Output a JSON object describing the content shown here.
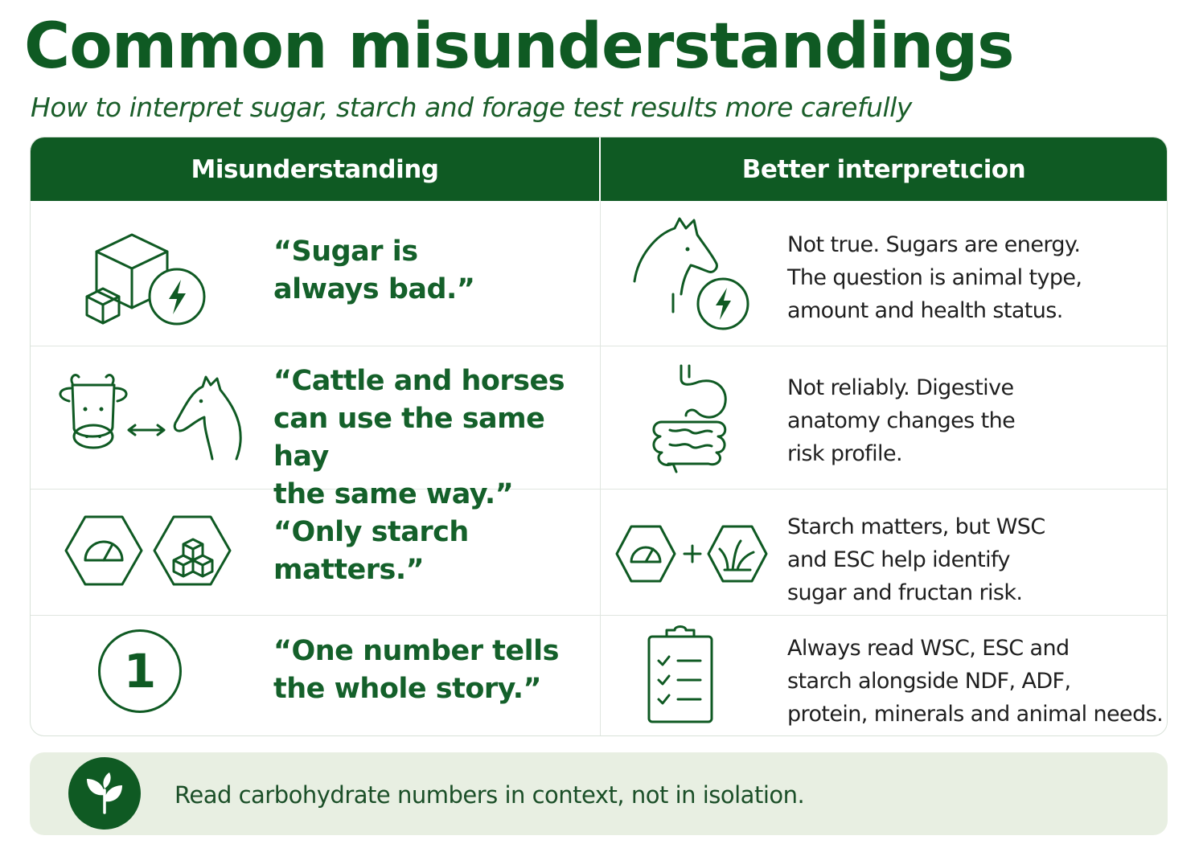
{
  "title": "Common misunderstandings",
  "subtitle": "How to interpret sugar, starch and forage test results more carefully",
  "table": {
    "headers": {
      "left": "Misunderstanding",
      "right": "Better interpretιcion"
    },
    "rows": [
      {
        "misunderstanding": "“Sugar is\n always bad.”",
        "interpretation": "Not true. Sugars are energy.\nThe question is animal type,\namount and health status.",
        "left_icons": [
          "cube-icon",
          "energy-bolt-icon"
        ],
        "right_icons": [
          "horse-head-icon",
          "energy-bolt-icon"
        ]
      },
      {
        "misunderstanding": "“Cattle and horses\n can use the same hay\n the same way.”",
        "interpretation": "Not reliably. Digestive\nanatomy changes the\nrisk profile.",
        "left_icons": [
          "cow-icon",
          "double-arrow-icon",
          "horse-head-icon"
        ],
        "right_icons": [
          "digestive-tract-icon"
        ]
      },
      {
        "misunderstanding": "“Only starch\n matters.”",
        "interpretation": "Starch matters, but WSC\nand ESC help identify\nsugar and fructan risk.",
        "left_icons": [
          "gauge-hexagon-icon",
          "cubes-hexagon-icon"
        ],
        "right_icons": [
          "gauge-hexagon-icon",
          "plus-icon",
          "grass-hexagon-icon"
        ]
      },
      {
        "misunderstanding": "“One number tells\n the whole story.”",
        "interpretation": "Always read WSC, ESC and\nstarch alongside NDF, ADF,\nprotein, minerals and animal needs.",
        "left_icons": [
          "number-one-icon"
        ],
        "left_icon_text": "1",
        "right_icons": [
          "clipboard-checklist-icon"
        ]
      }
    ]
  },
  "footer": {
    "text": "Read carbohydrate numbers in context, not in isolation.",
    "icon": "leaf-sprout-icon"
  },
  "colors": {
    "brand_green": "#0f5a23",
    "footer_bg": "#e8efe2"
  }
}
